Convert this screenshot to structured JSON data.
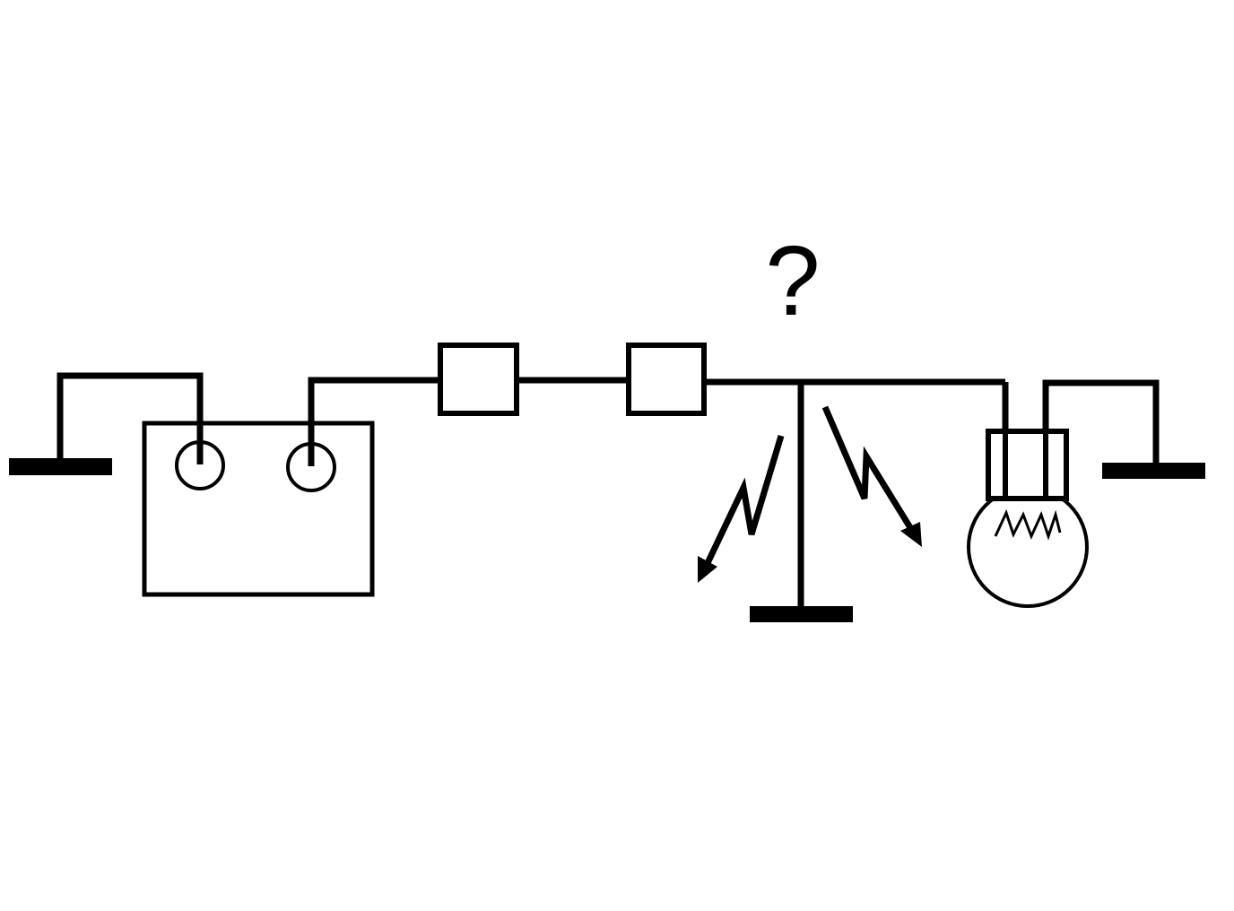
{
  "diagram": {
    "question_mark": "?",
    "components": [
      {
        "id": "ground-left",
        "icon": "ground-icon"
      },
      {
        "id": "battery",
        "icon": "battery-icon"
      },
      {
        "id": "fuse-1",
        "icon": "fuse-icon"
      },
      {
        "id": "fuse-2",
        "icon": "fuse-icon"
      },
      {
        "id": "ground-fault",
        "icon": "ground-icon"
      },
      {
        "id": "short-circuit",
        "icon": "lightning-arrow-icon"
      },
      {
        "id": "lamp",
        "icon": "bulb-icon"
      },
      {
        "id": "ground-right",
        "icon": "ground-icon"
      }
    ],
    "colors": {
      "line": "#000000",
      "background": "#ffffff"
    }
  }
}
